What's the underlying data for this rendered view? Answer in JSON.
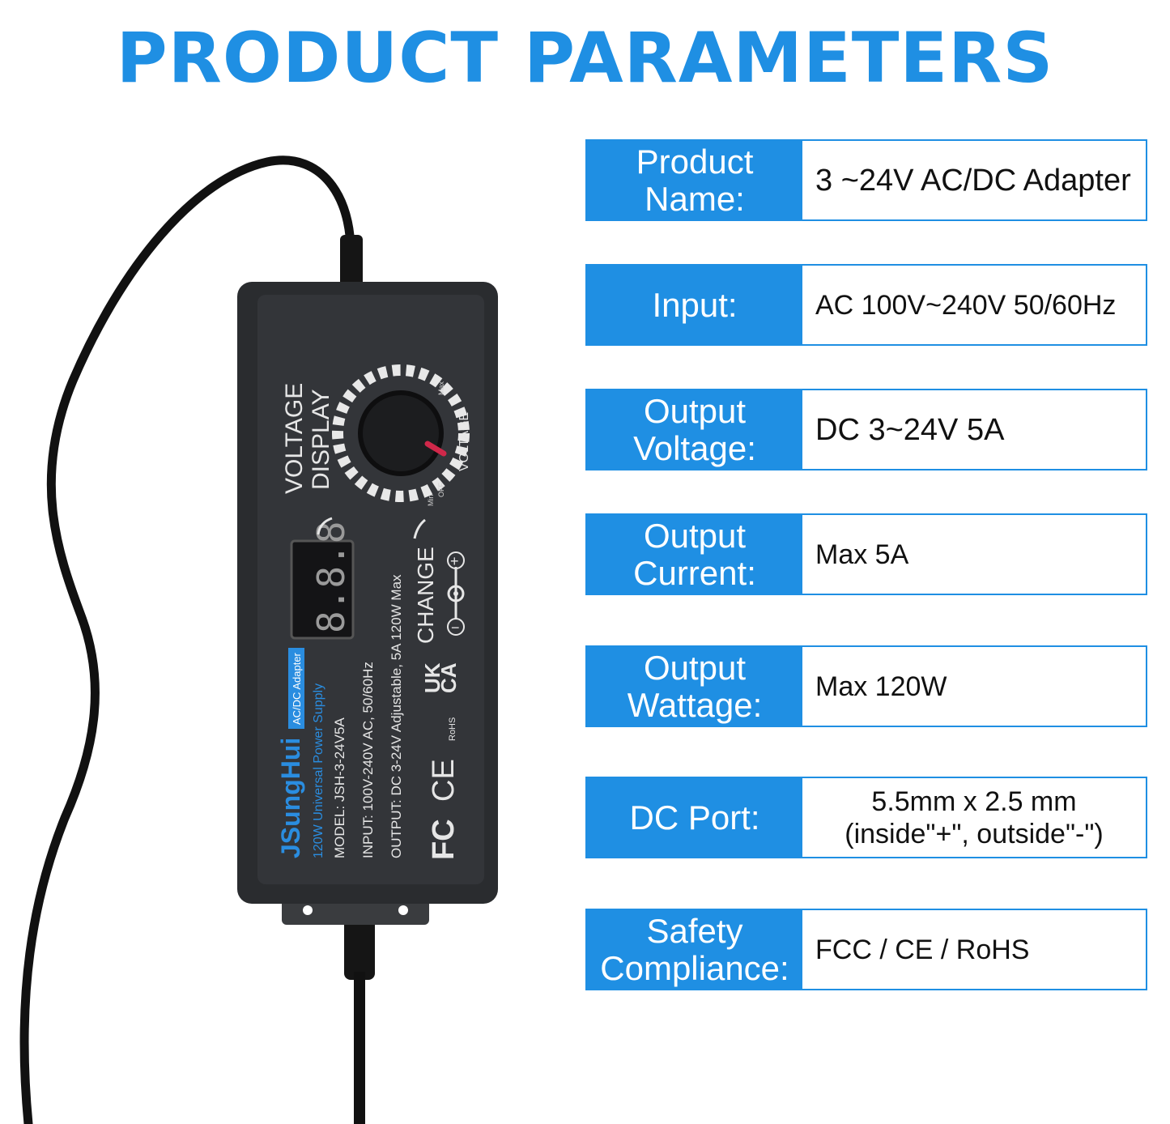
{
  "title": "PRODUCT PARAMETERS",
  "colors": {
    "accent": "#1f8fe3",
    "device_body": "#2a2c2f",
    "cable": "#111111"
  },
  "device": {
    "voltage_display_line1": "VOLTAGE",
    "voltage_display_line2": "DISPLAY",
    "led_readout": "8.8.8",
    "brand": "JSungHui",
    "brand_tag": "AC/DC Adapter",
    "subtitle": "120W Universal Power Supply",
    "model": "MODEL: JSH-3-24V5A",
    "input": "INPUT: 100V-240V AC, 50/60Hz",
    "output": "OUTPUT: DC 3-24V Adjustable, 5A 120W Max",
    "change_label": "CHANGE",
    "knob_label": "VOLTAGE",
    "knob_min": "Min",
    "knob_off": "OFF",
    "knob_max": "Max",
    "mark_ukca_1": "UK",
    "mark_ukca_2": "CA",
    "mark_rohs": "RoHS",
    "mark_ce": "CE",
    "mark_fc": "FC",
    "polarity_minus": "−",
    "polarity_plus": "+"
  },
  "parameters": [
    {
      "label": "Product\nName:",
      "value": "3 ~24V AC/DC Adapter"
    },
    {
      "label": "Input:",
      "value": "AC 100V~240V 50/60Hz"
    },
    {
      "label": "Output\nVoltage:",
      "value": "DC 3~24V 5A"
    },
    {
      "label": "Output\nCurrent:",
      "value": "Max 5A"
    },
    {
      "label": "Output\nWattage:",
      "value": "Max 120W"
    },
    {
      "label": "DC Port:",
      "value": "5.5mm x 2.5 mm\n(inside\"+\", outside\"-\")"
    },
    {
      "label": "Safety\nCompliance:",
      "value": "FCC / CE / RoHS"
    }
  ]
}
